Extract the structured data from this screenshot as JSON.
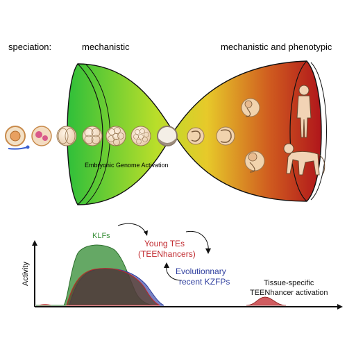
{
  "header": {
    "speciation_label": "speciation:",
    "mechanistic_label": "mechanistic",
    "mechanistic_phenotypic_label": "mechanistic and phenotypic"
  },
  "hourglass": {
    "egc_label": "Embryonic Genome Activation",
    "gradient_colors": [
      "#2fbf3a",
      "#b9de2a",
      "#e7c92a",
      "#cf5a1f",
      "#b0161b"
    ]
  },
  "stages": [
    {
      "name": "oocyte"
    },
    {
      "name": "zygote"
    },
    {
      "name": "2-cell"
    },
    {
      "name": "4-cell"
    },
    {
      "name": "8-cell"
    },
    {
      "name": "morula"
    },
    {
      "name": "blastocyst"
    },
    {
      "name": "embryo-early"
    },
    {
      "name": "embryo-mid"
    },
    {
      "name": "embryo-late"
    }
  ],
  "organisms": [
    "human",
    "monkey"
  ],
  "activity_plot": {
    "ylabel": "Activity",
    "series_labels": {
      "klfs": "KLFs",
      "young_tes_line1": "Young TEs",
      "young_tes_line2": "(TEENhancers)",
      "kzfps_line1": "Evolutionnary",
      "kzfps_line2": "recent KZFPs",
      "tissue_line1": "Tissue-specific",
      "tissue_line2": "TEENhancer activation"
    },
    "colors": {
      "klfs": "#3a8f3a",
      "young_tes": "#c0262b",
      "kzfps": "#2f3f9f"
    }
  }
}
